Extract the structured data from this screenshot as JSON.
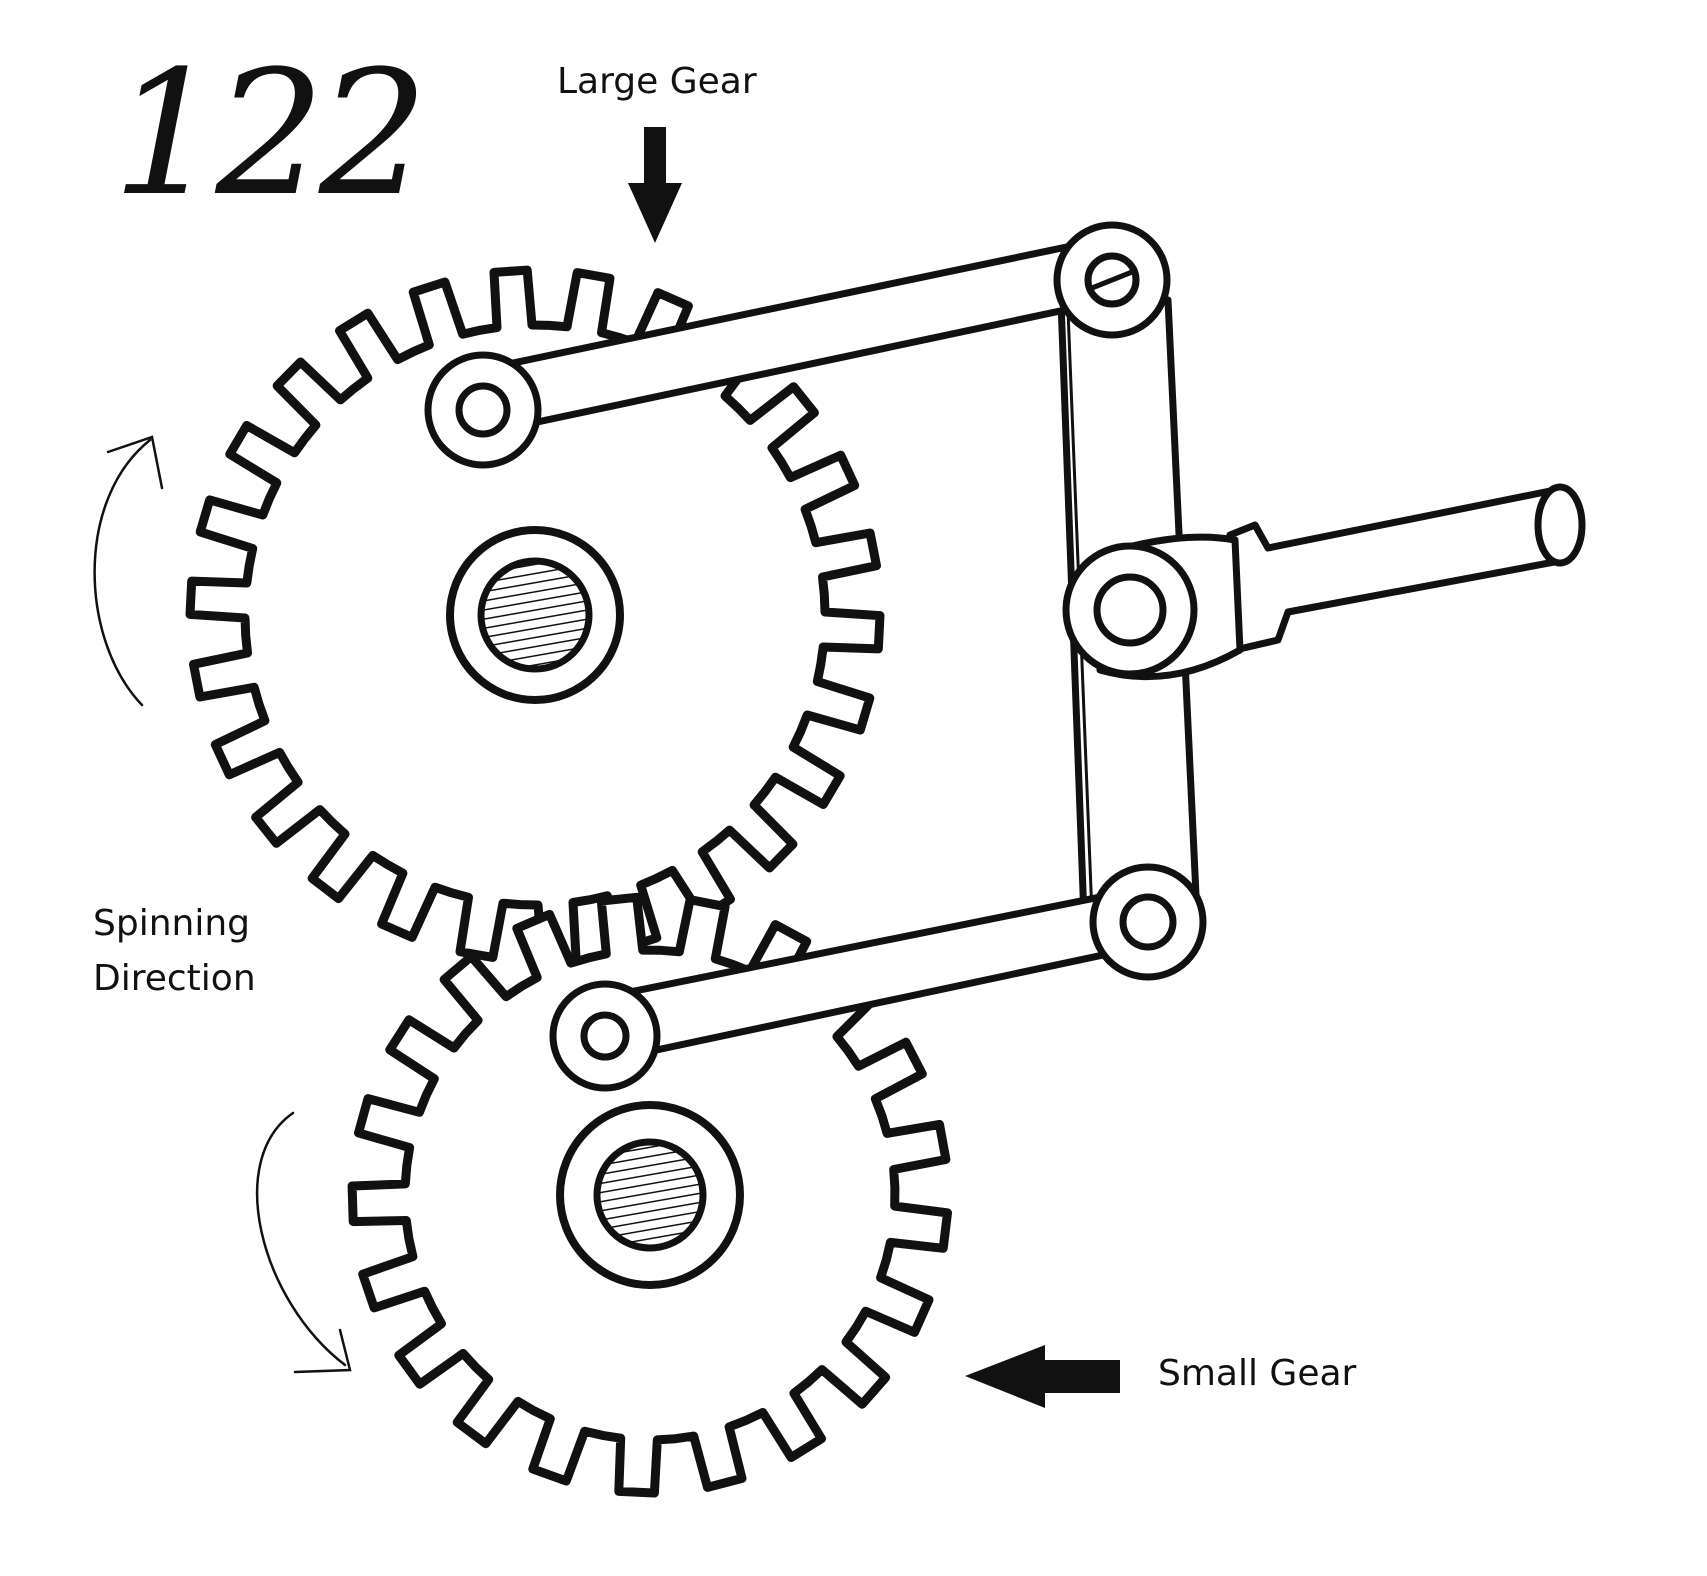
{
  "figure": {
    "number": "122"
  },
  "labels": {
    "large_gear": "Large Gear",
    "spinning_line1": "Spinning",
    "spinning_line2": "Direction",
    "small_gear": "Small Gear"
  },
  "diagram": {
    "large_gear_teeth": 26,
    "small_gear_teeth": 21
  },
  "colors": {
    "ink": "#111111",
    "background": "#ffffff"
  }
}
